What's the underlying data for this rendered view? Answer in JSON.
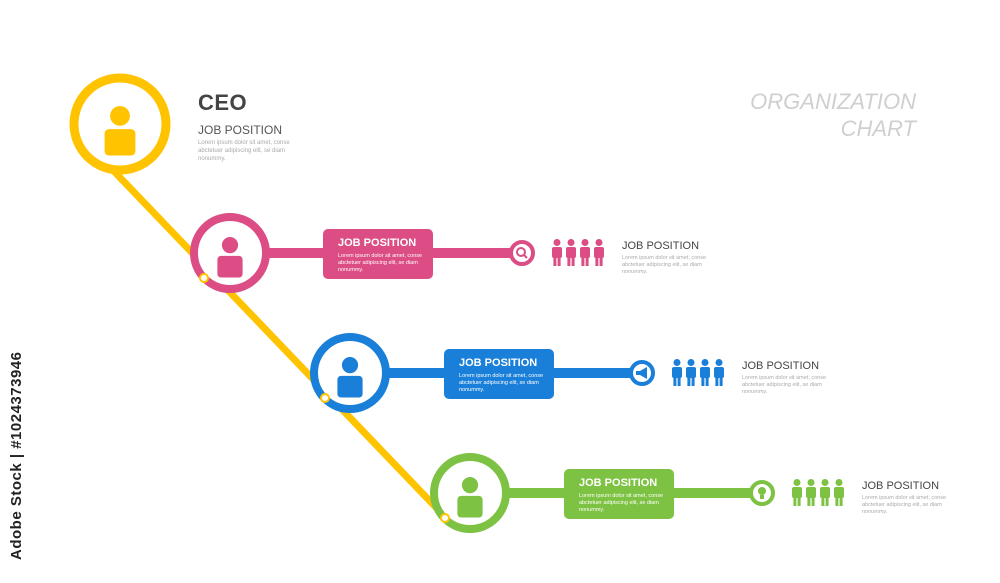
{
  "title": {
    "line1": "ORGANIZATION",
    "line2": "CHART"
  },
  "ceo": {
    "title": "CEO",
    "position": "JOB POSITION",
    "body": "Lorem ipsum dolor sit amet, conse abctetuer adipiscing elit, se diam nonummy.",
    "color": "#FFC300"
  },
  "levels": [
    {
      "color": "#DB4D84",
      "box_label": "JOB POSITION",
      "box_body": "Lorem ipsum dolor sit amet, conse abctetuer adipiscing elit, se diam nonummy.",
      "end_icon": "magnifier-icon",
      "people_count": 4,
      "side_label": "JOB POSITION",
      "side_body": "Lorem ipsum dolor sit amet, conse abctetuer adipiscing elit, se diam nonummy."
    },
    {
      "color": "#1A7FD8",
      "box_label": "JOB POSITION",
      "box_body": "Lorem ipsum dolor sit amet, conse abctetuer adipiscing elit, se diam nonummy.",
      "end_icon": "megaphone-icon",
      "people_count": 4,
      "side_label": "JOB POSITION",
      "side_body": "Lorem ipsum dolor sit amet, conse abctetuer adipiscing elit, se diam nonummy."
    },
    {
      "color": "#7DC242",
      "box_label": "JOB POSITION",
      "box_body": "Lorem ipsum dolor sit amet, conse abctetuer adipiscing elit, se diam nonummy.",
      "end_icon": "lightbulb-icon",
      "people_count": 4,
      "side_label": "JOB POSITION",
      "side_body": "Lorem ipsum dolor sit amet, conse abctetuer adipiscing elit, se diam nonummy."
    }
  ],
  "stock_id": "Adobe Stock | #1024373946"
}
